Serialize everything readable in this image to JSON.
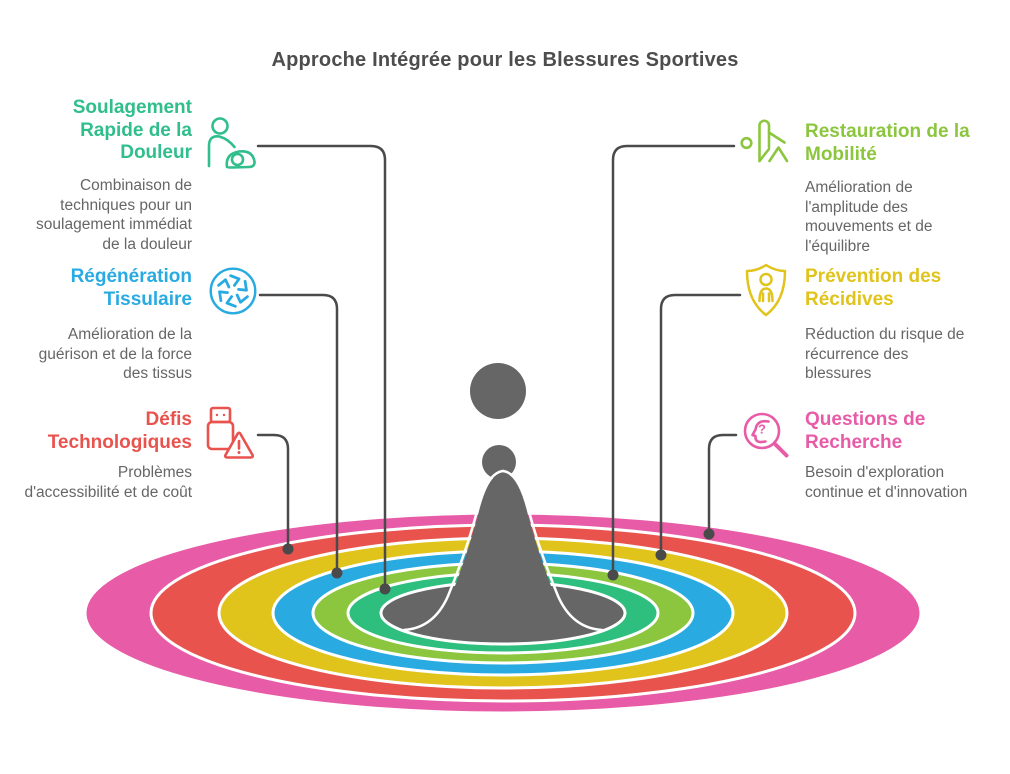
{
  "title": "Approche Intégrée pour les Blessures Sportives",
  "title_color": "#4D4D4D",
  "text_color": "#666666",
  "connector_color": "#4A4A4A",
  "rings": {
    "pink": "#E75BA7",
    "red": "#E8534E",
    "yellow": "#E0C41C",
    "blue": "#29ABE2",
    "lime": "#8CC63F",
    "emerald": "#2EBE7E",
    "gray": "#666666"
  },
  "icons": {
    "question_glyph": "?"
  },
  "items": [
    {
      "title_lines": [
        "Soulagement",
        "Rapide de la",
        "Douleur"
      ],
      "description_lines": [
        "Combinaison de",
        "techniques pour un",
        "soulagement immédiat",
        "de la douleur"
      ],
      "color": "#2FBE8C",
      "icon": "massage-therapy-icon",
      "ring": "emerald",
      "side": "left"
    },
    {
      "title_lines": [
        "Régénération",
        "Tissulaire"
      ],
      "description_lines": [
        "Amélioration de la",
        "guérison et de la force",
        "des tissus"
      ],
      "color": "#29ABE2",
      "icon": "tissue-regeneration-icon",
      "ring": "blue",
      "side": "left"
    },
    {
      "title_lines": [
        "Défis",
        "Technologiques"
      ],
      "description_lines": [
        "Problèmes",
        "d'accessibilité et de coût"
      ],
      "color": "#E8534E",
      "icon": "usb-warning-icon",
      "ring": "red",
      "side": "left"
    },
    {
      "title_lines": [
        "Restauration de la",
        "Mobilité"
      ],
      "description_lines": [
        "Amélioration de",
        "l'amplitude des",
        "mouvements et de",
        "l'équilibre"
      ],
      "color": "#8CC63F",
      "icon": "stretching-person-icon",
      "ring": "lime",
      "side": "right"
    },
    {
      "title_lines": [
        "Prévention des",
        "Récidives"
      ],
      "description_lines": [
        "Réduction du risque de",
        "récurrence des",
        "blessures"
      ],
      "color": "#E0C41C",
      "icon": "shield-person-icon",
      "ring": "yellow",
      "side": "right"
    },
    {
      "title_lines": [
        "Questions de",
        "Recherche"
      ],
      "description_lines": [
        "Besoin d'exploration",
        "continue et d'innovation"
      ],
      "color": "#E75BA7",
      "icon": "research-magnifier-icon",
      "ring": "pink",
      "side": "right"
    }
  ]
}
